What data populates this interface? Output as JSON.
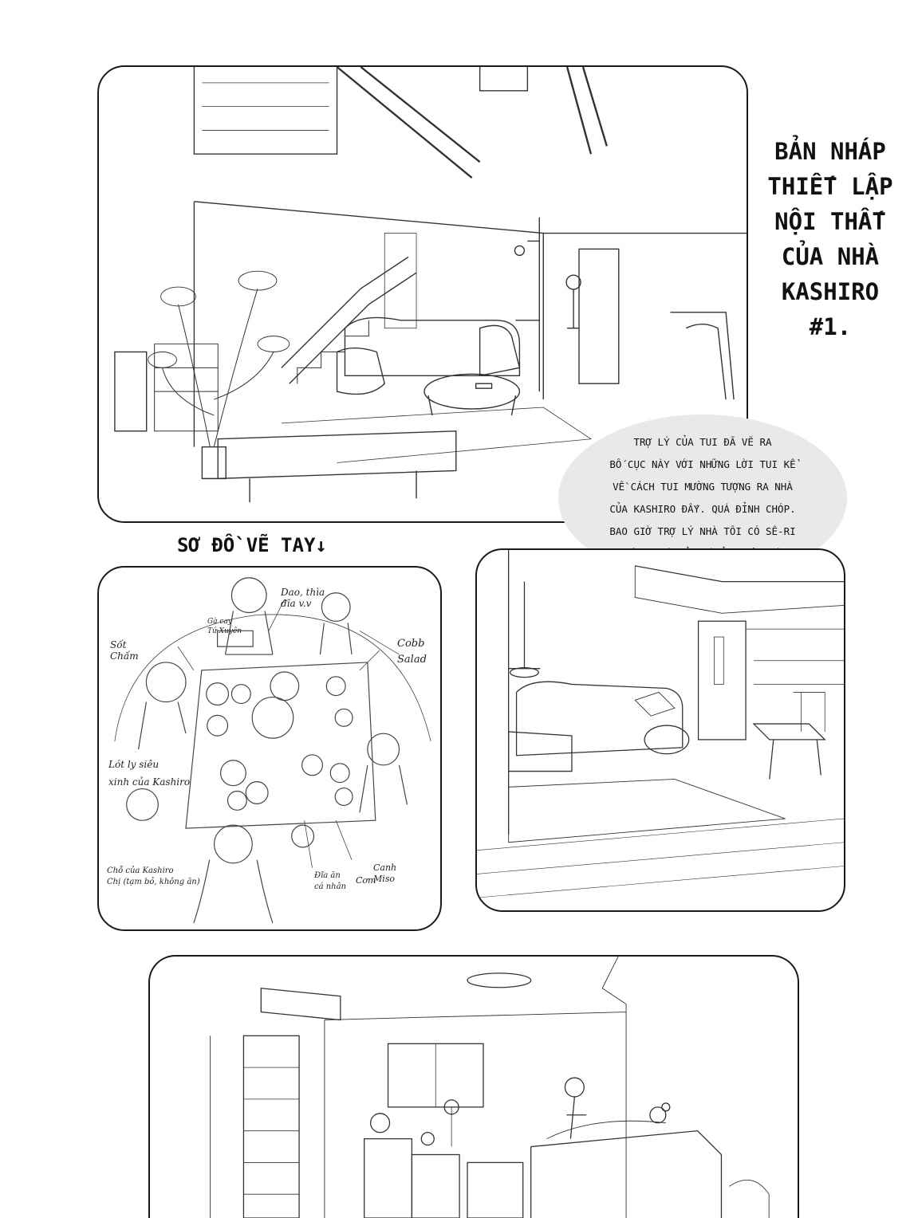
{
  "title": {
    "lines": [
      "BẢN NHÁP",
      "THIẾT LẬP",
      "NỘI THẤT",
      "CỦA NHÀ",
      "KASHIRO",
      "#1."
    ]
  },
  "bubble": {
    "lines": [
      "TRỢ LÝ CỦA TUI ĐÃ VẼ RA",
      "BỐ CỤC NÀY VỚI NHỮNG LỜI TUI KỂ",
      "VỀ CÁCH TUI MƯỜNG TƯỢNG RA NHÀ",
      "CỦA KASHIRO ĐẤY. QUÁ ĐỈNH CHÓP.",
      "BAO GIỜ TRỢ LÝ NHÀ TÔI CÓ SÊ-RI",
      "RIÊNG THÌ CẢ NHÀ ỦNG HỘ NHÁ!"
    ]
  },
  "sketch_caption": "SƠ ĐỒ VẼ TAY↓",
  "sketch_notes": {
    "dao": [
      "Dao, thìa",
      "đĩa v.v"
    ],
    "ga": [
      "Gà cay",
      "Tứ Xuyên"
    ],
    "sot": [
      "Sốt",
      "Chấm"
    ],
    "cobb": [
      "Cobb",
      "Salad"
    ],
    "lot": [
      "Lót ly siêu",
      "xinh của Kashiro"
    ],
    "cho": [
      "Chỗ của Kashiro",
      "Chị (tạm bỏ, không ăn)"
    ],
    "dia": [
      "Đĩa ăn",
      "cá nhân"
    ],
    "com": "Cơm",
    "canh": [
      "Canh",
      "Miso"
    ]
  }
}
